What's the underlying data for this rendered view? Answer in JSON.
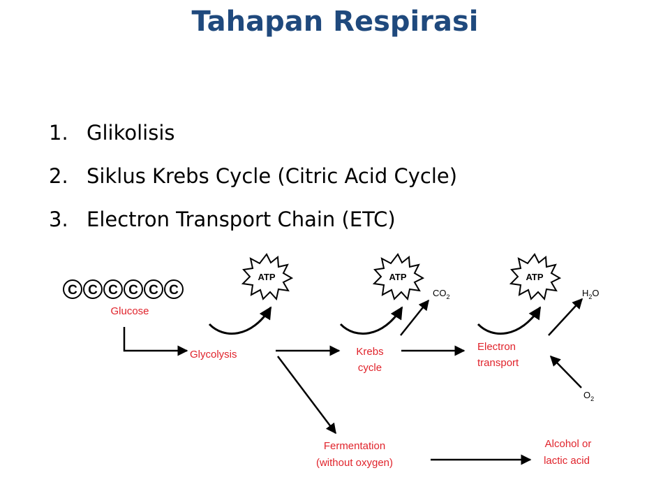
{
  "slide": {
    "title": "Tahapan Respirasi",
    "steps": [
      {
        "num": "1.",
        "text": "Glikolisis"
      },
      {
        "num": "2.",
        "text": "Siklus Krebs Cycle (Citric Acid Cycle)"
      },
      {
        "num": "3.",
        "text": "Electron Transport Chain (ETC)"
      }
    ]
  },
  "diagram": {
    "carbon_atoms": [
      "C",
      "C",
      "C",
      "C",
      "C",
      "C"
    ],
    "glucose_label": "Glucose",
    "glycolysis_label": "Glycolysis",
    "krebs_label_line1": "Krebs",
    "krebs_label_line2": "cycle",
    "electron_label_line1": "Electron",
    "electron_label_line2": "transport",
    "fermentation_line1": "Fermentation",
    "fermentation_line2": "(without oxygen)",
    "alcohol_line1": "Alcohol or",
    "alcohol_line2": "lactic acid",
    "atp_label": "ATP",
    "co2_main": "CO",
    "co2_sub": "2",
    "h2o_pre": "H",
    "h2o_sub": "2",
    "h2o_post": "O",
    "o2_main": "O",
    "o2_sub": "2",
    "label_color": "#e0232b",
    "title_color": "#1f497d"
  }
}
